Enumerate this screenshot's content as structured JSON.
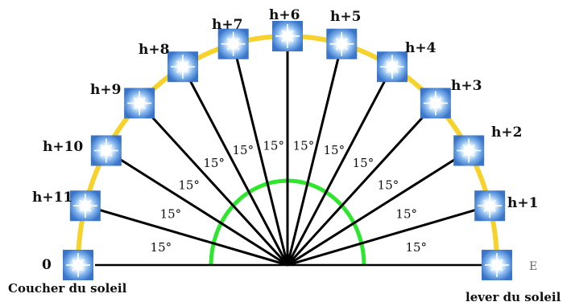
{
  "colors": {
    "arc": "#f6d22a",
    "angle_arc": "#2fe62f",
    "ray": "#000000",
    "sun_box": "#3f7fd0",
    "sun_core": "#ffffff"
  },
  "labels": {
    "rise": "h+1",
    "h2": "h+2",
    "h3": "h+3",
    "h4": "h+4",
    "h5": "h+5",
    "h6": "h+6",
    "h7": "h+7",
    "h8": "h+8",
    "h9": "h+9",
    "h10": "h+10",
    "h11": "h+11",
    "zero": "0",
    "east": "E",
    "sunset_caption": "Coucher du soleil",
    "sunrise_caption": "lever du soleil"
  },
  "angle_step_label": "15°",
  "angle_step_deg": 15,
  "ray_count": 12
}
